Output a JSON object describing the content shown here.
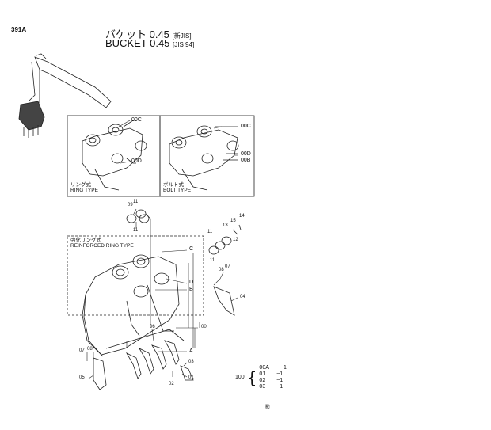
{
  "page": {
    "number": "391A"
  },
  "title": {
    "jp_main": "バケット 0.45",
    "jp_tag": "[新JIS]",
    "en_main": "BUCKET 0.45",
    "en_tag": "[JIS 94]"
  },
  "inset_ring": {
    "jp_label": "リング式",
    "en_label": "RING TYPE",
    "callouts": [
      "00C",
      "00D"
    ]
  },
  "inset_bolt": {
    "jp_label": "ボルト式",
    "en_label": "BOLT TYPE",
    "callouts": [
      "00C",
      "00D",
      "00B"
    ]
  },
  "inset_reinforced": {
    "jp_label": "強化リング式",
    "en_label": "REINFORCED RING TYPE"
  },
  "callouts": {
    "c09": "09",
    "c11a": "11",
    "c11b": "11",
    "c14": "14",
    "c15": "15",
    "c13": "13",
    "c11c": "11",
    "c11d": "11",
    "c12": "12",
    "c08a": "08",
    "c07a": "07",
    "c04": "04",
    "c06": "06",
    "c00": "00",
    "c07b": "07",
    "c08b": "08",
    "c05": "05",
    "c03": "03",
    "c01": "01",
    "c02": "02",
    "A": "A",
    "B": "B",
    "C": "C",
    "D": "D"
  },
  "kit": {
    "head": "100",
    "rows": [
      {
        "code": "00A",
        "qty": "~1"
      },
      {
        "code": "01",
        "qty": "~1"
      },
      {
        "code": "02",
        "qty": "~1"
      },
      {
        "code": "03",
        "qty": "~1"
      }
    ]
  },
  "footer": {
    "mark": "㊗"
  }
}
